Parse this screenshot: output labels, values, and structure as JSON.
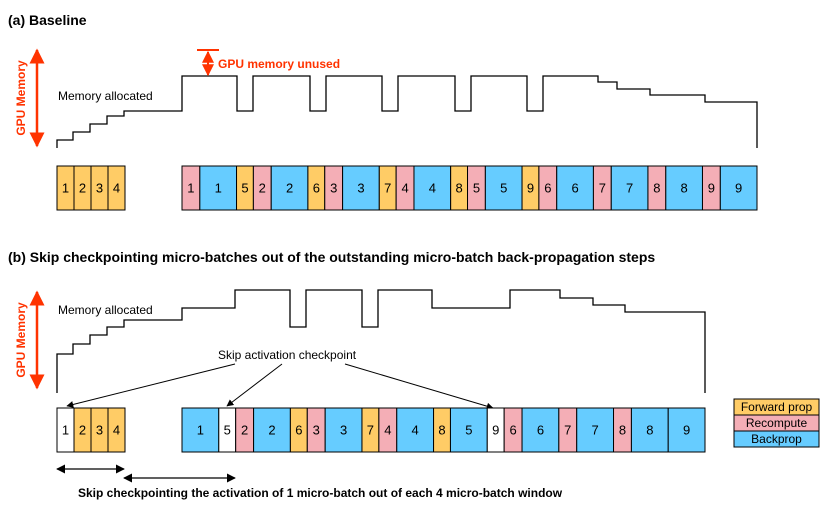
{
  "colors": {
    "forward": "#FFCC66",
    "recompute": "#F4AEB6",
    "backprop": "#66CCFF",
    "skip": "#FFFFFF",
    "accent": "#FF3300",
    "line": "#000000"
  },
  "panel_a": {
    "title": "(a) Baseline",
    "memory_label": "Memory allocated",
    "unused_label": "GPU memory unused",
    "axis_label": "GPU Memory",
    "warmup": [
      {
        "label": "1",
        "type": "forward"
      },
      {
        "label": "2",
        "type": "forward"
      },
      {
        "label": "3",
        "type": "forward"
      },
      {
        "label": "4",
        "type": "forward"
      }
    ],
    "sequence": [
      {
        "label": "1",
        "type": "recompute"
      },
      {
        "label": "1",
        "type": "backprop"
      },
      {
        "label": "5",
        "type": "forward"
      },
      {
        "label": "2",
        "type": "recompute"
      },
      {
        "label": "2",
        "type": "backprop"
      },
      {
        "label": "6",
        "type": "forward"
      },
      {
        "label": "3",
        "type": "recompute"
      },
      {
        "label": "3",
        "type": "backprop"
      },
      {
        "label": "7",
        "type": "forward"
      },
      {
        "label": "4",
        "type": "recompute"
      },
      {
        "label": "4",
        "type": "backprop"
      },
      {
        "label": "8",
        "type": "forward"
      },
      {
        "label": "5",
        "type": "recompute"
      },
      {
        "label": "5",
        "type": "backprop"
      },
      {
        "label": "9",
        "type": "forward"
      },
      {
        "label": "6",
        "type": "recompute"
      },
      {
        "label": "6",
        "type": "backprop"
      },
      {
        "label": "7",
        "type": "recompute"
      },
      {
        "label": "7",
        "type": "backprop"
      },
      {
        "label": "8",
        "type": "recompute"
      },
      {
        "label": "8",
        "type": "backprop"
      },
      {
        "label": "9",
        "type": "recompute"
      },
      {
        "label": "9",
        "type": "backprop"
      }
    ]
  },
  "panel_b": {
    "title": "(b) Skip checkpointing micro-batches out of the outstanding micro-batch back-propagation steps",
    "memory_label": "Memory allocated",
    "axis_label": "GPU Memory",
    "skip_label": "Skip activation checkpoint",
    "window_label": "Skip checkpointing the activation of 1 micro-batch out of each 4 micro-batch window",
    "warmup": [
      {
        "label": "1",
        "type": "skip"
      },
      {
        "label": "2",
        "type": "forward"
      },
      {
        "label": "3",
        "type": "forward"
      },
      {
        "label": "4",
        "type": "forward"
      }
    ],
    "sequence": [
      {
        "label": "1",
        "type": "backprop"
      },
      {
        "label": "5",
        "type": "skip"
      },
      {
        "label": "2",
        "type": "recompute"
      },
      {
        "label": "2",
        "type": "backprop"
      },
      {
        "label": "6",
        "type": "forward"
      },
      {
        "label": "3",
        "type": "recompute"
      },
      {
        "label": "3",
        "type": "backprop"
      },
      {
        "label": "7",
        "type": "forward"
      },
      {
        "label": "4",
        "type": "recompute"
      },
      {
        "label": "4",
        "type": "backprop"
      },
      {
        "label": "8",
        "type": "forward"
      },
      {
        "label": "5",
        "type": "backprop"
      },
      {
        "label": "9",
        "type": "skip"
      },
      {
        "label": "6",
        "type": "recompute"
      },
      {
        "label": "6",
        "type": "backprop"
      },
      {
        "label": "7",
        "type": "recompute"
      },
      {
        "label": "7",
        "type": "backprop"
      },
      {
        "label": "8",
        "type": "recompute"
      },
      {
        "label": "8",
        "type": "backprop"
      },
      {
        "label": "9",
        "type": "backprop"
      }
    ]
  },
  "legend": [
    {
      "label": "Forward prop",
      "type": "forward"
    },
    {
      "label": "Recompute",
      "type": "recompute"
    },
    {
      "label": "Backprop",
      "type": "backprop"
    }
  ]
}
